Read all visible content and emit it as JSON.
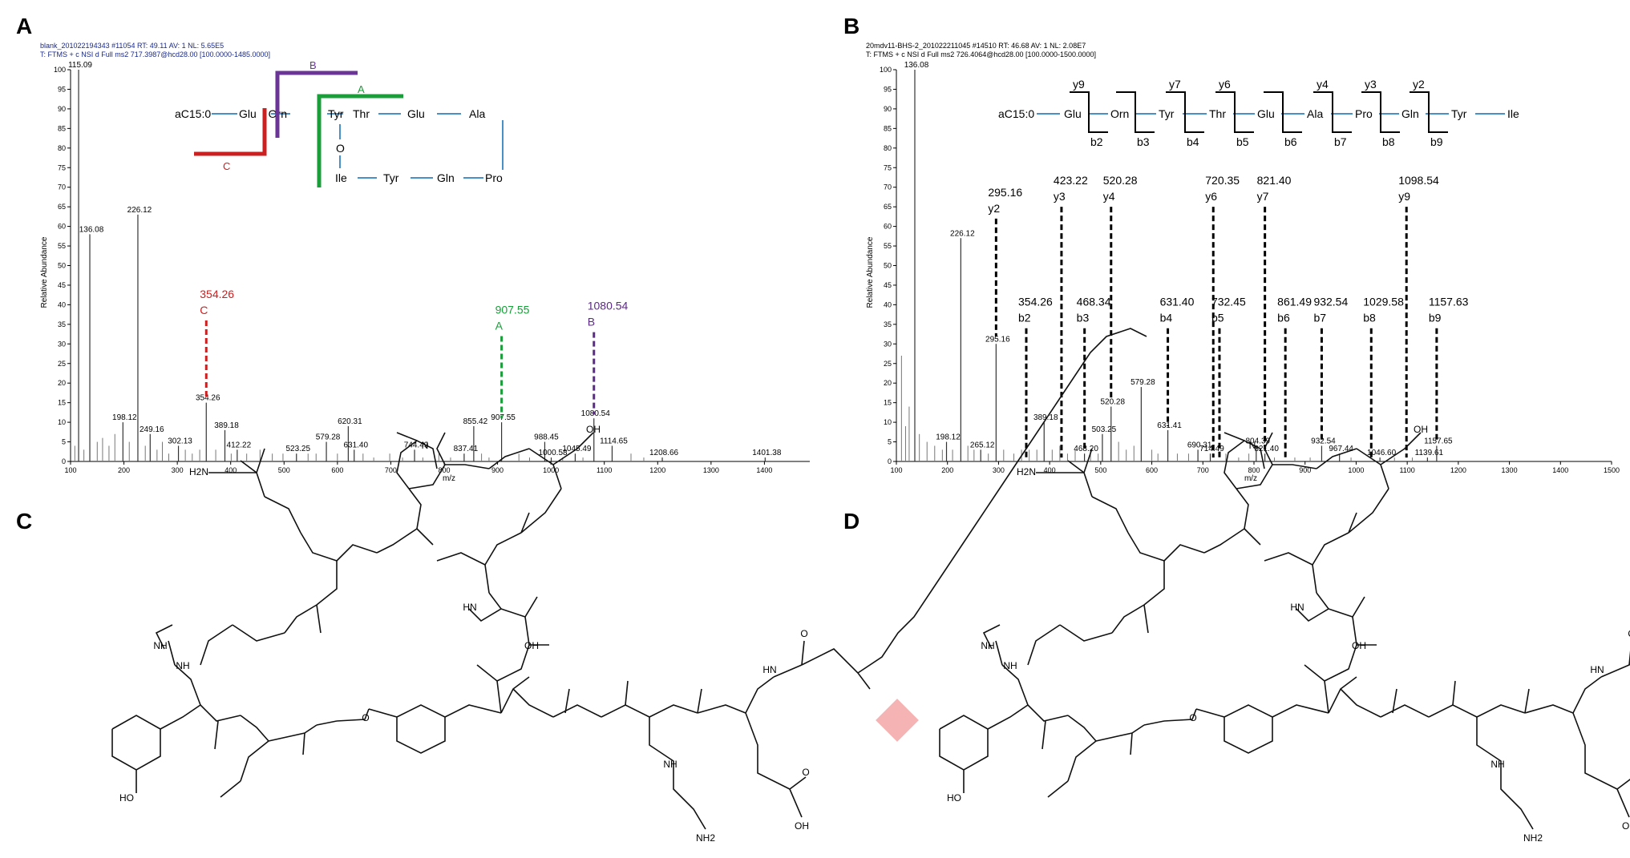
{
  "panels": {
    "A": {
      "letter": "A",
      "header1": "blank_201022194343 #11054 RT: 49.11 AV: 1 NL: 5.65E5",
      "header2": "T: FTMS + c NSI d Full ms2 717.3987@hcd28.00 [100.0000-1485.0000]",
      "chart_data": {
        "type": "bar",
        "xlabel": "m/z",
        "ylabel": "Relative Abundance",
        "xlim": [
          100,
          1485
        ],
        "ylim": [
          0,
          100
        ],
        "xticks": [
          100,
          200,
          300,
          400,
          500,
          600,
          700,
          800,
          900,
          1000,
          1100,
          1200,
          1300,
          1400
        ],
        "yticks": [
          0,
          5,
          10,
          15,
          20,
          25,
          30,
          35,
          40,
          45,
          50,
          55,
          60,
          65,
          70,
          75,
          80,
          85,
          90,
          95,
          100
        ],
        "peaks": [
          {
            "x": 115.09,
            "y": 100,
            "label": "115.09"
          },
          {
            "x": 136.08,
            "y": 58,
            "label": "136.08"
          },
          {
            "x": 198.12,
            "y": 10,
            "label": "198.12"
          },
          {
            "x": 226.12,
            "y": 63,
            "label": "226.12"
          },
          {
            "x": 249.16,
            "y": 7,
            "label": "249.16"
          },
          {
            "x": 302.13,
            "y": 4,
            "label": "302.13"
          },
          {
            "x": 354.26,
            "y": 15,
            "label": "354.26"
          },
          {
            "x": 389.18,
            "y": 8,
            "label": "389.18"
          },
          {
            "x": 412.22,
            "y": 3,
            "label": "412.22"
          },
          {
            "x": 523.25,
            "y": 2,
            "label": "523.25"
          },
          {
            "x": 579.28,
            "y": 5,
            "label": "579.28"
          },
          {
            "x": 620.31,
            "y": 9,
            "label": "620.31"
          },
          {
            "x": 631.4,
            "y": 3,
            "label": "631.40"
          },
          {
            "x": 744.49,
            "y": 3,
            "label": "744.49"
          },
          {
            "x": 837.41,
            "y": 2,
            "label": "837.41"
          },
          {
            "x": 855.42,
            "y": 9,
            "label": "855.42"
          },
          {
            "x": 907.55,
            "y": 10,
            "label": "907.55"
          },
          {
            "x": 988.45,
            "y": 5,
            "label": "988.45"
          },
          {
            "x": 1000.58,
            "y": 1,
            "label": "1000.58"
          },
          {
            "x": 1045.49,
            "y": 2,
            "label": "1045.49"
          },
          {
            "x": 1080.54,
            "y": 11,
            "label": "1080.54"
          },
          {
            "x": 1114.65,
            "y": 4,
            "label": "1114.65"
          },
          {
            "x": 1208.66,
            "y": 1,
            "label": "1208.66"
          },
          {
            "x": 1401.38,
            "y": 1,
            "label": "1401.38"
          }
        ],
        "noise": [
          [
            108,
            4
          ],
          [
            125,
            3
          ],
          [
            150,
            5
          ],
          [
            160,
            6
          ],
          [
            172,
            4
          ],
          [
            183,
            7
          ],
          [
            210,
            5
          ],
          [
            240,
            4
          ],
          [
            262,
            3
          ],
          [
            272,
            5
          ],
          [
            284,
            2
          ],
          [
            315,
            3
          ],
          [
            328,
            2
          ],
          [
            342,
            3
          ],
          [
            372,
            3
          ],
          [
            401,
            2
          ],
          [
            430,
            2
          ],
          [
            455,
            3
          ],
          [
            478,
            2
          ],
          [
            498,
            2
          ],
          [
            545,
            2
          ],
          [
            560,
            2
          ],
          [
            600,
            2
          ],
          [
            648,
            2
          ],
          [
            668,
            1
          ],
          [
            698,
            2
          ],
          [
            722,
            1
          ],
          [
            760,
            1
          ],
          [
            790,
            2
          ],
          [
            812,
            1
          ],
          [
            870,
            2
          ],
          [
            884,
            1
          ],
          [
            940,
            2
          ],
          [
            960,
            1
          ],
          [
            1022,
            1
          ],
          [
            1060,
            1
          ],
          [
            1150,
            2
          ],
          [
            1174,
            1
          ]
        ],
        "annotations": [
          {
            "x": 354.26,
            "top": 36,
            "bottom": 16,
            "mass": "354.26",
            "tag": "C",
            "color": "#cc1f1f"
          },
          {
            "x": 907.55,
            "top": 32,
            "bottom": 11,
            "mass": "907.55",
            "tag": "A",
            "color": "#1a9e3a"
          },
          {
            "x": 1080.54,
            "top": 33,
            "bottom": 12,
            "mass": "1080.54",
            "tag": "B",
            "color": "#5b2a86"
          }
        ]
      },
      "scheme": {
        "head": "aC15:0",
        "top_residues": [
          "Glu",
          "Orn",
          "Tyr",
          "Thr",
          "Glu",
          "Ala"
        ],
        "bottom_residues": [
          "Ile",
          "Tyr",
          "Gln",
          "Pro"
        ],
        "link": "O",
        "cut_labels": {
          "A": "A",
          "B": "B",
          "C": "C"
        },
        "colors": {
          "A": "#1a9e3a",
          "B": "#6a3596",
          "C": "#cc1f1f",
          "bond": "#4a90c8"
        }
      }
    },
    "B": {
      "letter": "B",
      "header1": "20mdv11-BHS-2_201022211045 #14510 RT: 46.68 AV: 1 NL: 2.08E7",
      "header2": "T: FTMS + c NSI d Full ms2 726.4064@hcd28.00 [100.0000-1500.0000]",
      "chart_data": {
        "type": "bar",
        "xlabel": "m/z",
        "ylabel": "Relative Abundance",
        "xlim": [
          100,
          1500
        ],
        "ylim": [
          0,
          100
        ],
        "xticks": [
          100,
          200,
          300,
          400,
          500,
          600,
          700,
          800,
          900,
          1000,
          1100,
          1200,
          1300,
          1400,
          1500
        ],
        "yticks": [
          0,
          5,
          10,
          15,
          20,
          25,
          30,
          35,
          40,
          45,
          50,
          55,
          60,
          65,
          70,
          75,
          80,
          85,
          90,
          95,
          100
        ],
        "peaks": [
          {
            "x": 136.08,
            "y": 100,
            "label": "136.08"
          },
          {
            "x": 198.12,
            "y": 5,
            "label": "198.12"
          },
          {
            "x": 226.12,
            "y": 57,
            "label": "226.12"
          },
          {
            "x": 265.12,
            "y": 3,
            "label": "265.12"
          },
          {
            "x": 295.16,
            "y": 30,
            "label": "295.16"
          },
          {
            "x": 389.18,
            "y": 10,
            "label": "389.18"
          },
          {
            "x": 468.2,
            "y": 2,
            "label": "468.20"
          },
          {
            "x": 503.25,
            "y": 7,
            "label": "503.25"
          },
          {
            "x": 520.28,
            "y": 14,
            "label": "520.28"
          },
          {
            "x": 579.28,
            "y": 19,
            "label": "579.28"
          },
          {
            "x": 631.41,
            "y": 8,
            "label": "631.41"
          },
          {
            "x": 690.31,
            "y": 3,
            "label": "690.31"
          },
          {
            "x": 714.49,
            "y": 2,
            "label": "714.49"
          },
          {
            "x": 804.39,
            "y": 4,
            "label": "804.39"
          },
          {
            "x": 821.4,
            "y": 2,
            "label": "821.40"
          },
          {
            "x": 932.54,
            "y": 4,
            "label": "932.54"
          },
          {
            "x": 967.44,
            "y": 2,
            "label": "967.44"
          },
          {
            "x": 1046.6,
            "y": 1,
            "label": "1046.60"
          },
          {
            "x": 1139.61,
            "y": 1,
            "label": "1139.61"
          },
          {
            "x": 1157.65,
            "y": 4,
            "label": "1157.65"
          }
        ],
        "noise": [
          [
            110,
            27
          ],
          [
            118,
            9
          ],
          [
            125,
            14
          ],
          [
            145,
            7
          ],
          [
            160,
            5
          ],
          [
            175,
            4
          ],
          [
            190,
            3
          ],
          [
            210,
            3
          ],
          [
            240,
            4
          ],
          [
            252,
            3
          ],
          [
            280,
            2
          ],
          [
            310,
            3
          ],
          [
            330,
            2
          ],
          [
            345,
            3
          ],
          [
            360,
            3
          ],
          [
            375,
            3
          ],
          [
            405,
            3
          ],
          [
            420,
            4
          ],
          [
            435,
            2
          ],
          [
            450,
            3
          ],
          [
            480,
            3
          ],
          [
            495,
            2
          ],
          [
            535,
            5
          ],
          [
            550,
            3
          ],
          [
            565,
            4
          ],
          [
            600,
            3
          ],
          [
            612,
            2
          ],
          [
            650,
            2
          ],
          [
            672,
            2
          ],
          [
            745,
            2
          ],
          [
            770,
            1
          ],
          [
            790,
            2
          ],
          [
            840,
            1
          ],
          [
            880,
            1
          ],
          [
            910,
            1
          ],
          [
            990,
            1
          ],
          [
            1075,
            1
          ],
          [
            1110,
            1
          ]
        ],
        "annotations": [
          {
            "x": 295.16,
            "top": 62,
            "bottom": 32,
            "mass": "295.16",
            "tag": "y2",
            "row": "y"
          },
          {
            "x": 423.22,
            "top": 65,
            "bottom": 1,
            "mass": "423.22",
            "tag": "y3",
            "row": "y"
          },
          {
            "x": 520.28,
            "top": 65,
            "bottom": 16,
            "mass": "520.28",
            "tag": "y4",
            "row": "y"
          },
          {
            "x": 720.35,
            "top": 65,
            "bottom": 1,
            "mass": "720.35",
            "tag": "y6",
            "row": "y"
          },
          {
            "x": 821.4,
            "top": 65,
            "bottom": 3,
            "mass": "821.40",
            "tag": "y7",
            "row": "y"
          },
          {
            "x": 1098.54,
            "top": 65,
            "bottom": 1,
            "mass": "1098.54",
            "tag": "y9",
            "row": "y"
          },
          {
            "x": 354.26,
            "top": 34,
            "bottom": 1,
            "mass": "354.26",
            "tag": "b2",
            "row": "b"
          },
          {
            "x": 468.34,
            "top": 34,
            "bottom": 3,
            "mass": "468.34",
            "tag": "b3",
            "row": "b"
          },
          {
            "x": 631.4,
            "top": 34,
            "bottom": 9,
            "mass": "631.40",
            "tag": "b4",
            "row": "b"
          },
          {
            "x": 732.45,
            "top": 34,
            "bottom": 1,
            "mass": "732.45",
            "tag": "b5",
            "row": "b"
          },
          {
            "x": 861.49,
            "top": 34,
            "bottom": 1,
            "mass": "861.49",
            "tag": "b6",
            "row": "b"
          },
          {
            "x": 932.54,
            "top": 34,
            "bottom": 5,
            "mass": "932.54",
            "tag": "b7",
            "row": "b"
          },
          {
            "x": 1029.58,
            "top": 34,
            "bottom": 1,
            "mass": "1029.58",
            "tag": "b8",
            "row": "b"
          },
          {
            "x": 1157.63,
            "top": 34,
            "bottom": 5,
            "mass": "1157.63",
            "tag": "b9",
            "row": "b"
          }
        ]
      },
      "scheme": {
        "head": "aC15:0",
        "residues": [
          "Glu",
          "Orn",
          "Tyr",
          "Thr",
          "Glu",
          "Ala",
          "Pro",
          "Gln",
          "Tyr",
          "Ile"
        ],
        "y_labels": [
          "y9",
          "y7",
          "y6",
          "y4",
          "y3",
          "y2"
        ],
        "b_labels": [
          "b2",
          "b3",
          "b4",
          "b5",
          "b6",
          "b7",
          "b8",
          "b9"
        ]
      }
    },
    "C": {
      "letter": "C"
    },
    "D": {
      "letter": "D"
    }
  },
  "structure": {
    "amine_label": "H2N",
    "nh2_label": "NH2",
    "oh_label": "OH",
    "ho_label": "HO",
    "nh_label": "NH",
    "hn_label": "HN",
    "n_label": "N",
    "o_label": "O",
    "highlight_color": "#f29a9a"
  }
}
